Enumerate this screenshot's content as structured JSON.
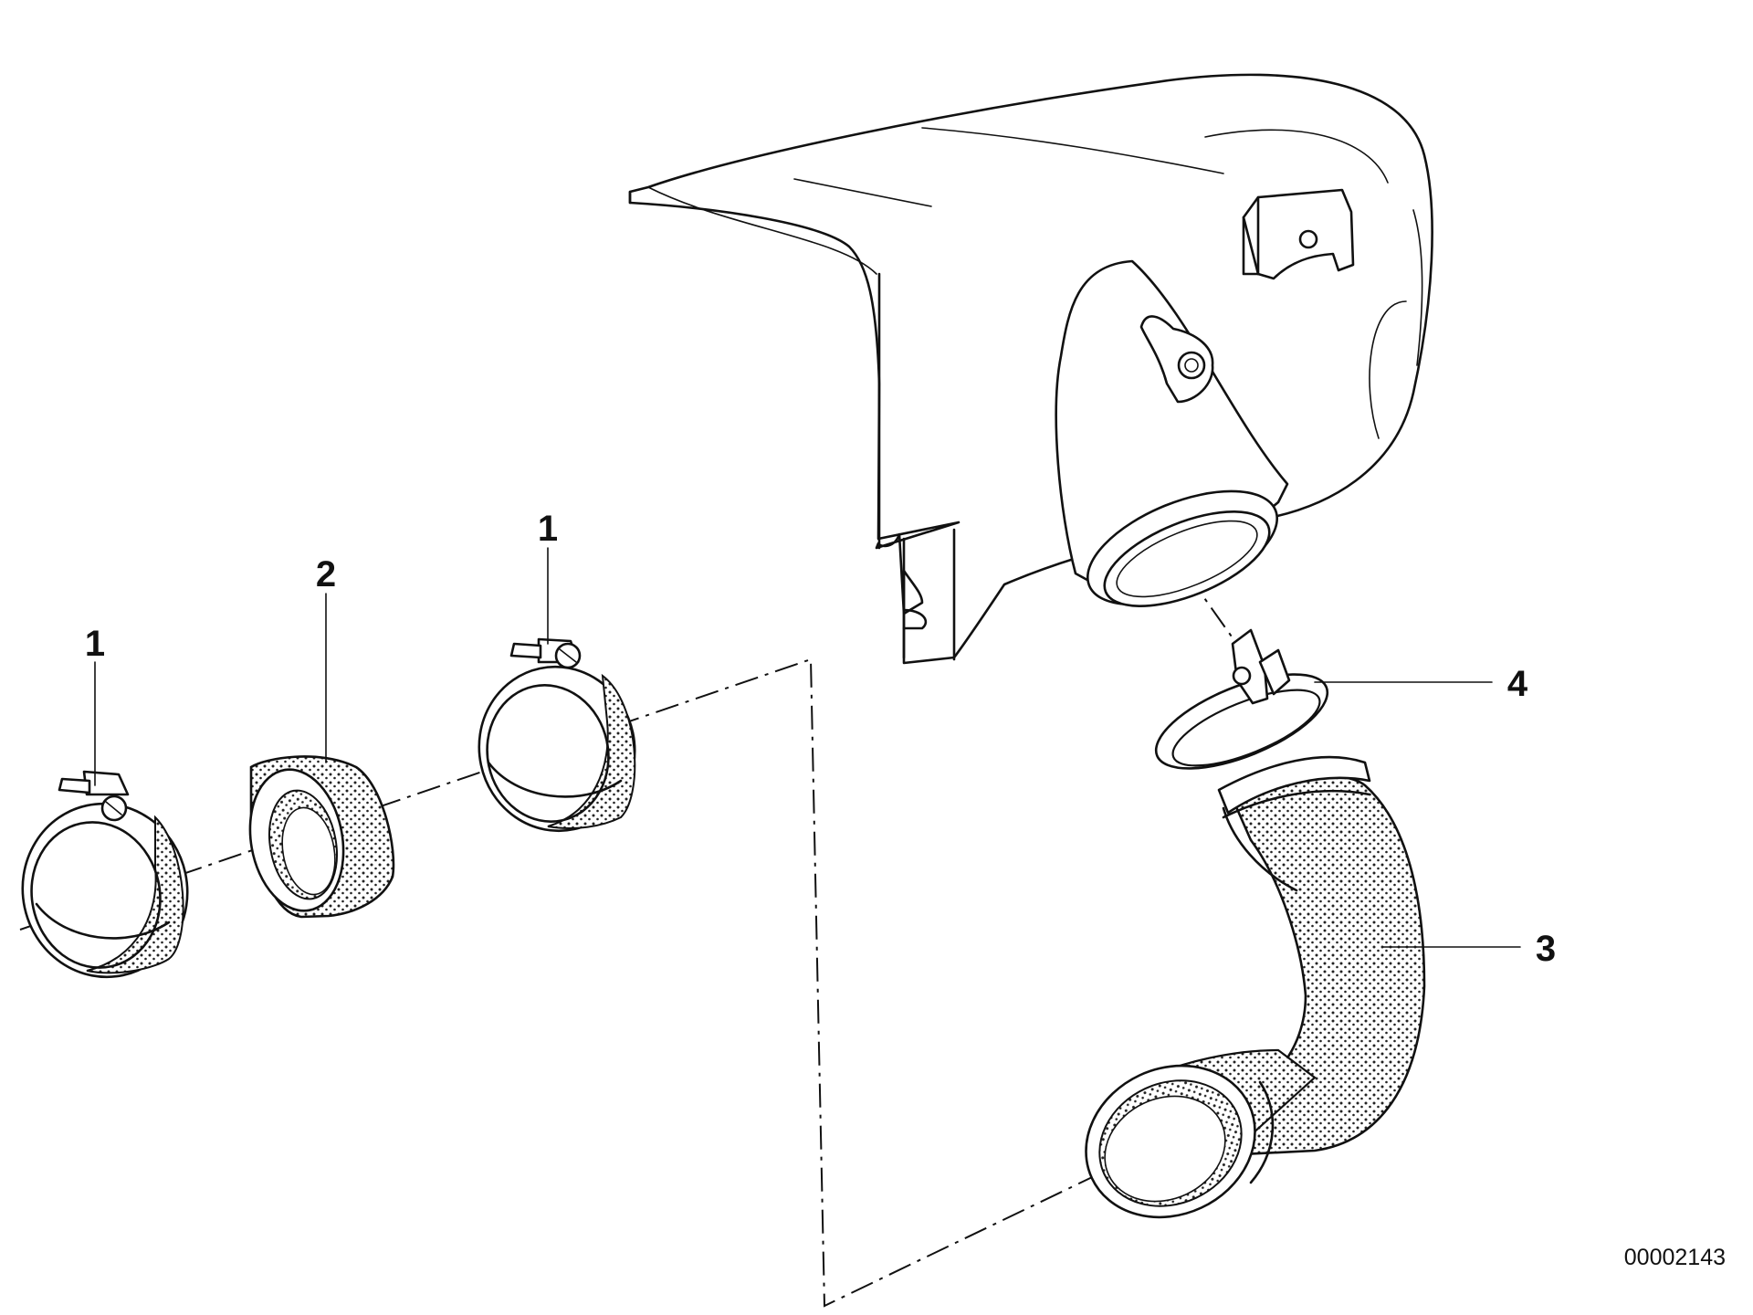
{
  "callouts": {
    "clamp_left": "1",
    "sleeve": "2",
    "clamp_right": "1",
    "hose": "3",
    "hose_clamp": "4"
  },
  "diagram_id": "00002143"
}
